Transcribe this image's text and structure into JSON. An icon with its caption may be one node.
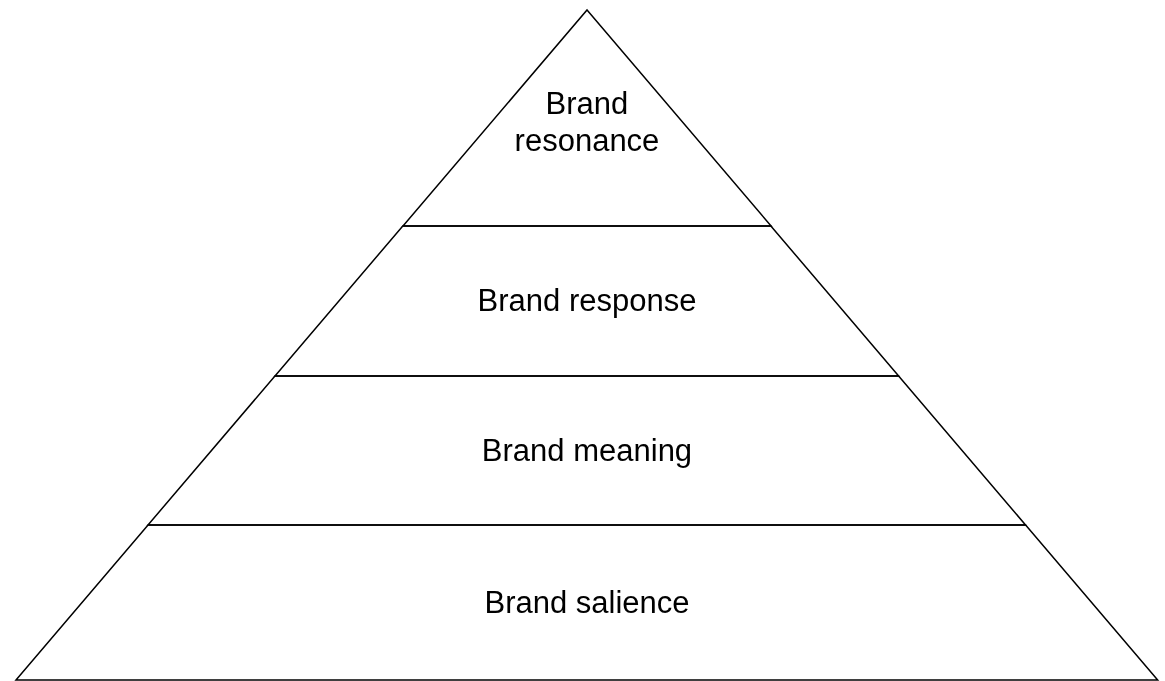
{
  "diagram": {
    "nodes": [
      {
        "text": [
          "Brand resonance"
        ]
      },
      {
        "text": [
          "Brand response"
        ]
      },
      {
        "text": [
          "Brand meaning"
        ]
      },
      {
        "text": [
          "Brand salience"
        ]
      }
    ]
  }
}
